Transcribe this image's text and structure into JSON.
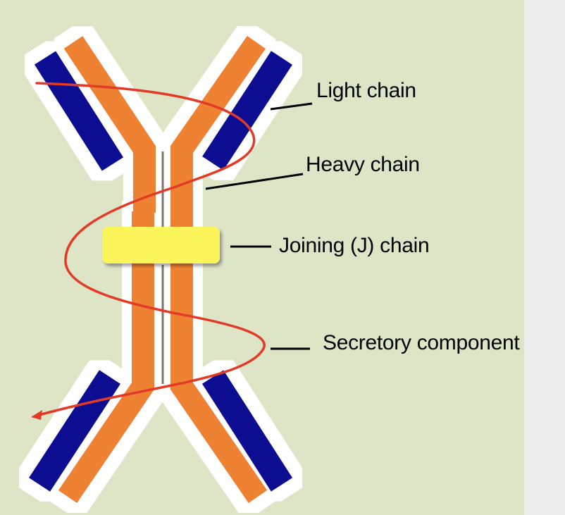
{
  "labels": {
    "light_chain": "Light chain",
    "heavy_chain": "Heavy chain",
    "j_chain": "Joining (J) chain",
    "secretory": "Secretory component"
  },
  "colors": {
    "background": "#dde5c6",
    "page_margin": "#ececec",
    "halo": "#ffffff",
    "heavy_chain": "#ef8232",
    "light_chain": "#0b0a91",
    "j_chain": "#fbf55b",
    "secretory_component": "#e33a28",
    "leader_line": "#000000"
  }
}
